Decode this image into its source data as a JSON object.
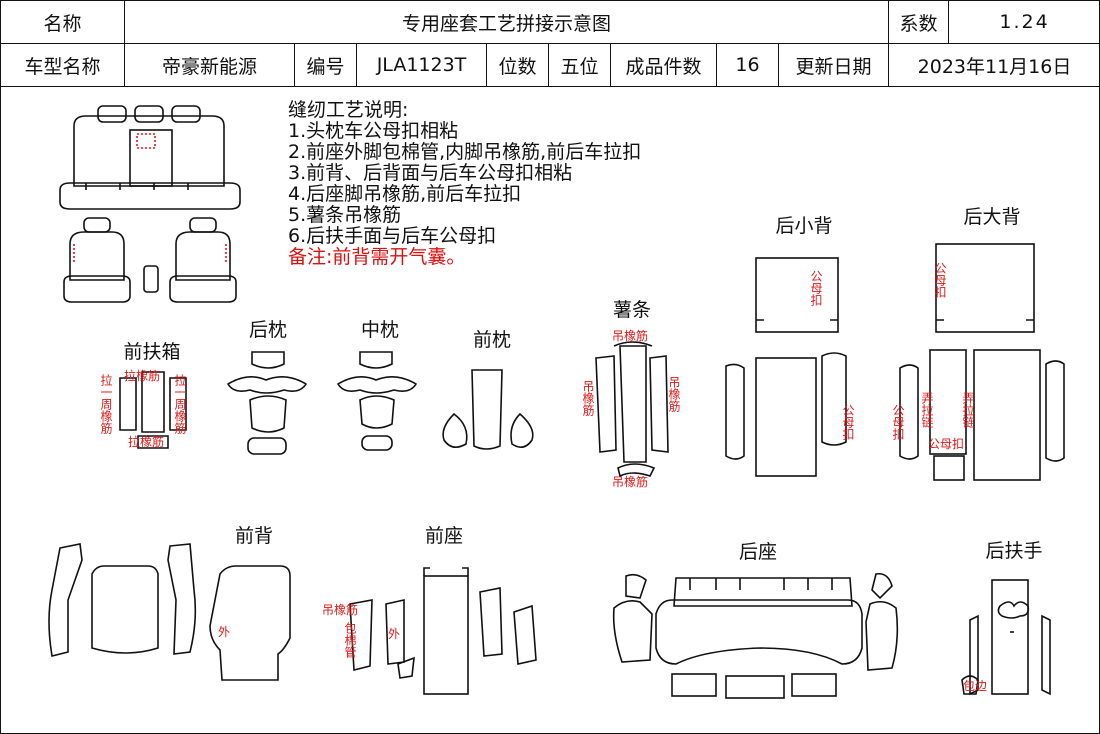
{
  "header": {
    "name_label": "名称",
    "title": "专用座套工艺拼接示意图",
    "coef_label": "系数",
    "coef_value": "1.24",
    "model_label": "车型名称",
    "model_value": "帝豪新能源",
    "code_label": "编号",
    "code_value": "JLA1123T",
    "seats_label": "位数",
    "seats_value": "五位",
    "pieces_label": "成品件数",
    "pieces_value": "16",
    "date_label": "更新日期",
    "date_value": "2023年11月16日"
  },
  "notes": {
    "title": "缝纫工艺说明:",
    "items": [
      "1.头枕车公母扣相粘",
      "2.前座外脚包棉管,内脚吊橡筋,前后车拉扣",
      "3.前背、后背面与后车公母扣相粘",
      "4.后座脚吊橡筋,前后车拉扣",
      "5.薯条吊橡筋",
      "6.后扶手面与后车公母扣"
    ],
    "remark": "备注:前背需开气囊。"
  },
  "sections": {
    "front_armrest_box": "前扶箱",
    "rear_headrest": "后枕",
    "middle_headrest": "中枕",
    "front_headrest": "前枕",
    "strip": "薯条",
    "rear_small_back": "后小背",
    "rear_big_back": "后大背",
    "front_back": "前背",
    "front_seat": "前座",
    "rear_seat": "后座",
    "rear_armrest": "后扶手"
  },
  "annotations": {
    "pull_elastic": "拉橡筋",
    "pull_around_1": "拉一周橡筋",
    "pull_around_2": "拉一周橡筋",
    "hang_elastic_top": "吊橡筋",
    "hang_elastic_left": "吊橡筋",
    "hang_elastic_right": "吊橡筋",
    "hang_elastic_bottom": "吊橡筋",
    "snap_small_top": "公母扣",
    "snap_small_side": "公母扣",
    "snap_big_top": "公母扣",
    "snap_big_left": "公母扣",
    "zip_1": "弄拉链",
    "zip_2": "弄拉链",
    "snap_big_bottom": "公母扣",
    "outer_1": "外",
    "outer_2": "外",
    "front_seat_hang": "吊橡筋",
    "front_seat_cotton": "包棉管",
    "armrest_edge": "包边"
  },
  "colors": {
    "line": "#111111",
    "annotation_red": "#e01818",
    "remark_red": "#d81010"
  }
}
